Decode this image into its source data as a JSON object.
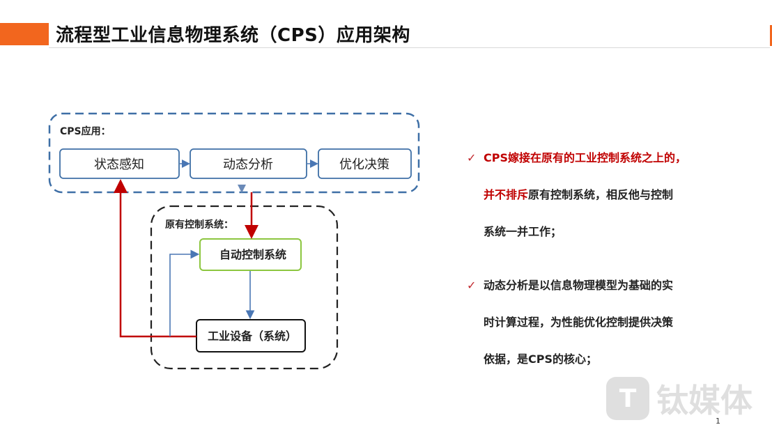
{
  "header": {
    "title": "流程型工业信息物理系统（CPS）应用架构"
  },
  "diagram": {
    "cps_group_label": "CPS应用：",
    "nodes": {
      "perception": "状态感知",
      "analysis": "动态分析",
      "decision": "优化决策"
    },
    "legacy_group_label": "原有控制系统：",
    "auto_control": "自动控制系统",
    "equipment": "工业设备（系统）"
  },
  "bullets": [
    {
      "check": "✓",
      "line1_red": "CPS嫁接在原有的工业控制系统之上的，",
      "line2_red": "并不排斥",
      "line2_rest": "原有控制系统，相反他与控制",
      "line3": "系统一并工作；"
    },
    {
      "check": "✓",
      "line1": "动态分析是以信息物理模型为基础的实",
      "line2": "时计算过程，为性能优化控制提供决策",
      "line3": "依据，是CPS的核心；"
    }
  ],
  "watermark": {
    "logo": "T",
    "text": "钛媒体"
  },
  "page_number": "1",
  "colors": {
    "accent": "#f2661e",
    "cps_border": "#3e6fa6",
    "red_line": "#c00000",
    "green_box": "#8cc63f",
    "blue_line": "#4a77b4"
  }
}
